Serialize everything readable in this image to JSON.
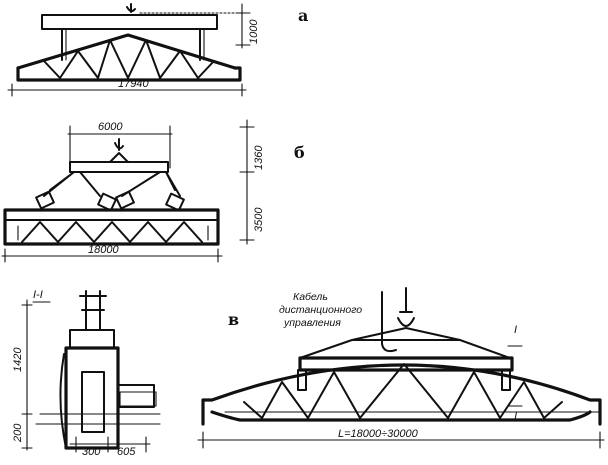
{
  "labels": {
    "fig_a": "а",
    "fig_b": "б",
    "fig_v": "в"
  },
  "dimensions": {
    "a_length": "17940",
    "a_height": "1000",
    "b_spacing": "6000",
    "b_sling": "1360",
    "b_height": "3500",
    "b_length": "18000",
    "section_label": "I-I",
    "section_height": "1420",
    "section_base": "200",
    "section_w1": "300",
    "section_w2": "605",
    "v_span": "L=18000÷30000",
    "v_cut": "I"
  },
  "annotation": {
    "line1": "Кабель",
    "line2": "дистанционного",
    "line3": "управления"
  }
}
